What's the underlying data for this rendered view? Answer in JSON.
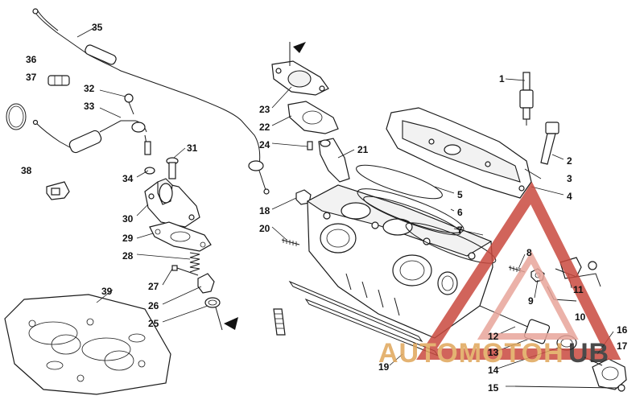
{
  "callouts": [
    {
      "n": "1",
      "id": "spark-plug"
    },
    {
      "n": "2",
      "id": "head-bolt"
    },
    {
      "n": "3",
      "id": "cover-gasket-ref"
    },
    {
      "n": "4",
      "id": "cylinder-head-cover"
    },
    {
      "n": "5",
      "id": "gasket-upper"
    },
    {
      "n": "6",
      "id": "gasket-lower"
    },
    {
      "n": "7",
      "id": "cylinder-gasket"
    },
    {
      "n": "8",
      "id": "stud"
    },
    {
      "n": "9",
      "id": "washer-nut"
    },
    {
      "n": "10",
      "id": "fitting-group"
    },
    {
      "n": "11",
      "id": "hose-fitting"
    },
    {
      "n": "12",
      "id": "exhaust-flange-ref"
    },
    {
      "n": "13",
      "id": "spacer"
    },
    {
      "n": "14",
      "id": "o-ring"
    },
    {
      "n": "15",
      "id": "screw"
    },
    {
      "n": "16",
      "id": "cap-group"
    },
    {
      "n": "17",
      "id": "cap"
    },
    {
      "n": "18",
      "id": "nut"
    },
    {
      "n": "19",
      "id": "base-gasket"
    },
    {
      "n": "20",
      "id": "stud-short"
    },
    {
      "n": "21",
      "id": "valve-housing"
    },
    {
      "n": "22",
      "id": "housing-gasket"
    },
    {
      "n": "23",
      "id": "housing-cover"
    },
    {
      "n": "24",
      "id": "pin"
    },
    {
      "n": "25",
      "id": "seal"
    },
    {
      "n": "26",
      "id": "bracket"
    },
    {
      "n": "27",
      "id": "bolt-small"
    },
    {
      "n": "28",
      "id": "spring"
    },
    {
      "n": "29",
      "id": "plate-gasket"
    },
    {
      "n": "30",
      "id": "actuator-housing"
    },
    {
      "n": "31",
      "id": "bolt"
    },
    {
      "n": "32",
      "id": "cable-adjuster"
    },
    {
      "n": "33",
      "id": "actuator-cable"
    },
    {
      "n": "34",
      "id": "washer"
    },
    {
      "n": "35",
      "id": "control-cable"
    },
    {
      "n": "36",
      "id": "clip"
    },
    {
      "n": "37",
      "id": "cable-tie"
    },
    {
      "n": "38",
      "id": "holder"
    },
    {
      "n": "39",
      "id": "gasket-kit"
    }
  ],
  "watermark": {
    "text": "AUTOMOTOHUB",
    "colors": {
      "triangle": "#c94a3f",
      "triangle_light": "#e8a59b",
      "text_left": "#e0a65a",
      "text_right": "#2b2b2b"
    }
  },
  "colors": {
    "line": "#1a1a1a",
    "background": "#ffffff"
  }
}
